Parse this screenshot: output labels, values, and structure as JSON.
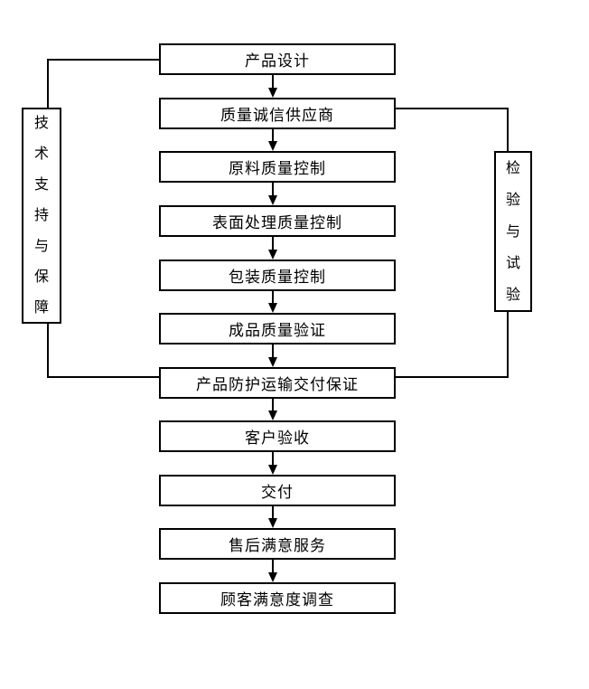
{
  "flow": {
    "nodes": [
      {
        "label": "产品设计"
      },
      {
        "label": "质量诚信供应商"
      },
      {
        "label": "原料质量控制"
      },
      {
        "label": "表面处理质量控制"
      },
      {
        "label": "包装质量控制"
      },
      {
        "label": "成品质量验证"
      },
      {
        "label": "产品防护运输交付保证"
      },
      {
        "label": "客户验收"
      },
      {
        "label": "交付"
      },
      {
        "label": "售后满意服务"
      },
      {
        "label": "顾客满意度调查"
      }
    ],
    "side_boxes": {
      "left": {
        "label": "技术支持与保障"
      },
      "right": {
        "label": "检验与试验"
      }
    },
    "colors": {
      "background": "#ffffff",
      "line": "#000000",
      "text": "#000000"
    }
  }
}
